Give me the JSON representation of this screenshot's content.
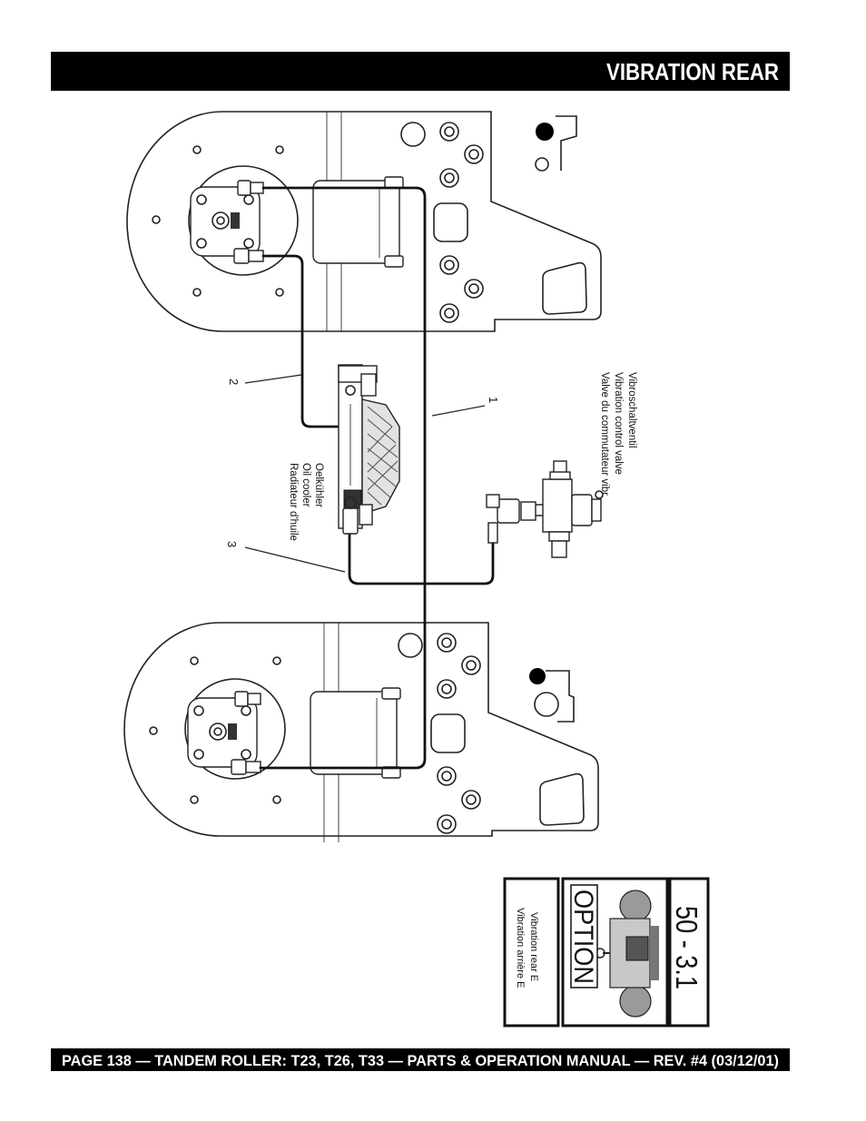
{
  "header": {
    "title": "VIBRATION REAR"
  },
  "footer": {
    "text": "PAGE 138 — TANDEM ROLLER: T23, T26, T33 — PARTS & OPERATION MANUAL — REV. #4 (03/12/01)"
  },
  "diagram": {
    "valve_label": [
      "Vibroschaltventil",
      "Vibration control valve",
      "Valve du commutateur vibr."
    ],
    "cooler_label": [
      "Oelkühler",
      "Oil cooler",
      "Radiateur d'huile"
    ],
    "callouts": [
      "1",
      "2",
      "3"
    ],
    "option_box": {
      "number": "50 - 3.1",
      "option": "OPTION",
      "caption": [
        "Vibration rear E",
        "Vibration arrière E"
      ]
    }
  }
}
